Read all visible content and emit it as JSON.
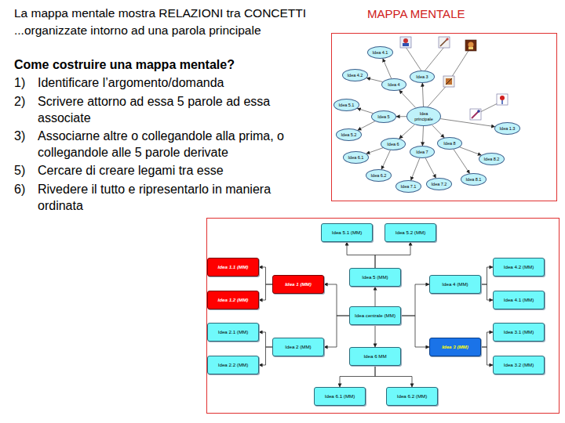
{
  "diagram": {
    "nodes": [
      {
        "text": [
          "Idea principale"
        ]
      },
      {
        "text": [
          "Idea 4.1"
        ]
      },
      {
        "text": [
          "Idea 3"
        ]
      },
      {
        "text": [
          "Idea 4.2"
        ]
      },
      {
        "text": [
          "Idea 4"
        ]
      },
      {
        "text": [
          "Idea 5.1"
        ]
      },
      {
        "text": [
          "Idea 5"
        ]
      },
      {
        "text": [
          "Idea 5.2"
        ]
      },
      {
        "text": [
          "Idea 1.3"
        ]
      },
      {
        "text": [
          "Idea 6"
        ]
      },
      {
        "text": [
          "Idea 6.1"
        ]
      },
      {
        "text": [
          "Idea 7"
        ]
      },
      {
        "text": [
          "Idea 8"
        ]
      },
      {
        "text": [
          "Idea 8.2"
        ]
      },
      {
        "text": [
          "Idea 6.2"
        ]
      },
      {
        "text": [
          "Idea 8.1"
        ]
      },
      {
        "text": [
          "Idea 7.1"
        ]
      },
      {
        "text": [
          "Idea 7.2"
        ]
      },
      {
        "text": [
          "Idea 5.1 (MM)"
        ]
      },
      {
        "text": [
          "Idea 5.2 (MM)"
        ]
      },
      {
        "text": [
          "Idea 1.1 (MM)"
        ]
      },
      {
        "text": [
          "Idea 1 (MM)"
        ]
      },
      {
        "text": [
          "Idea 5 (MM)"
        ]
      },
      {
        "text": [
          "Idea 4 (MM)"
        ]
      },
      {
        "text": [
          "Idea 4.2 (MM)"
        ]
      },
      {
        "text": [
          "Idea 1.2 (MM)"
        ]
      },
      {
        "text": [
          "Idea centrale (MM)"
        ]
      },
      {
        "text": [
          "Idea 4.1 (MM)"
        ]
      },
      {
        "text": [
          "Idea 2.1 (MM)"
        ]
      },
      {
        "text": [
          "Idea 2 (MM)"
        ]
      },
      {
        "text": [
          "Idea 3 (MM)"
        ]
      },
      {
        "text": [
          "Idea 3.1 (MM)"
        ]
      },
      {
        "text": [
          "Idea 6 MM"
        ]
      },
      {
        "text": [
          "Idea 2.2 (MM)"
        ]
      },
      {
        "text": [
          "Idea 3.2 (MM)"
        ]
      },
      {
        "text": [
          "Idea 6.1 (MM)"
        ]
      },
      {
        "text": [
          "Idea 6.2 (MM)"
        ]
      }
    ],
    "edges": [
      {
        "from": 0,
        "to": 4,
        "arrow": "to"
      },
      {
        "from": 4,
        "to": 1,
        "arrow": "to"
      },
      {
        "from": 4,
        "to": 3,
        "arrow": "to"
      },
      {
        "from": 0,
        "to": 2,
        "arrow": "to"
      },
      {
        "from": 0,
        "to": 6,
        "arrow": "to"
      },
      {
        "from": 6,
        "to": 5,
        "arrow": "to"
      },
      {
        "from": 6,
        "to": 7,
        "arrow": "to"
      },
      {
        "from": 0,
        "to": 8,
        "arrow": "to"
      },
      {
        "from": 0,
        "to": 9,
        "arrow": "to"
      },
      {
        "from": 9,
        "to": 10,
        "arrow": "to"
      },
      {
        "from": 9,
        "to": 14,
        "arrow": "to"
      },
      {
        "from": 0,
        "to": 11,
        "arrow": "to"
      },
      {
        "from": 11,
        "to": 16,
        "arrow": "to"
      },
      {
        "from": 11,
        "to": 17,
        "arrow": "to"
      },
      {
        "from": 0,
        "to": 12,
        "arrow": "to"
      },
      {
        "from": 12,
        "to": 13,
        "arrow": "to"
      },
      {
        "from": 12,
        "to": 15,
        "arrow": "to"
      },
      {
        "from": 26,
        "to": 22,
        "arrow": "to"
      },
      {
        "from": 22,
        "to": 18,
        "arrow": "to"
      },
      {
        "from": 22,
        "to": 19,
        "arrow": "to"
      },
      {
        "from": 26,
        "to": 21,
        "arrow": "to"
      },
      {
        "from": 21,
        "to": 20,
        "arrow": "to"
      },
      {
        "from": 21,
        "to": 25,
        "arrow": "to"
      },
      {
        "from": 26,
        "to": 29,
        "arrow": "to"
      },
      {
        "from": 29,
        "to": 28,
        "arrow": "to"
      },
      {
        "from": 29,
        "to": 33,
        "arrow": "to"
      },
      {
        "from": 26,
        "to": 23,
        "arrow": "to"
      },
      {
        "from": 23,
        "to": 24,
        "arrow": "to"
      },
      {
        "from": 23,
        "to": 27,
        "arrow": "to"
      },
      {
        "from": 26,
        "to": 30,
        "arrow": "to"
      },
      {
        "from": 30,
        "to": 31,
        "arrow": "to"
      },
      {
        "from": 30,
        "to": 34,
        "arrow": "to"
      },
      {
        "from": 26,
        "to": 32,
        "arrow": "to"
      },
      {
        "from": 32,
        "to": 35,
        "arrow": "to"
      },
      {
        "from": 32,
        "to": 36,
        "arrow": "to"
      }
    ],
    "labels": [
      "La mappa mentale mostra RELAZIONI tra CONCETTI",
      "...organizzate intorno ad una parola principale",
      "MAPPA MENTALE",
      "Come costruire una mappa mentale?",
      "1)",
      "Identificare l’argomento/domanda",
      "2)",
      "Scrivere attorno ad essa 5 parole ad essa associate",
      "3)",
      "Associarne altre o collegandole alla prima, o collegandole alle 5 parole derivate",
      "5)",
      "Cercare di creare legami tra esse",
      "6)",
      "Rivedere il tutto e ripresentarlo in maniera ordinata"
    ]
  }
}
